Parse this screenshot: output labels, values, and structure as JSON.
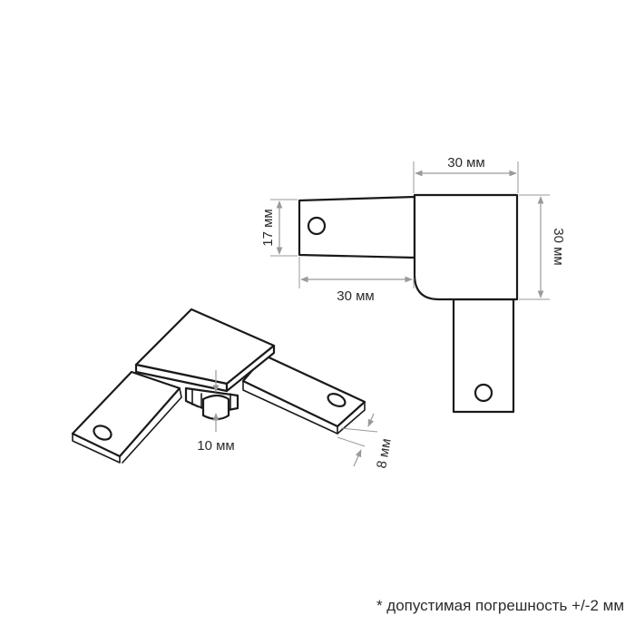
{
  "dimensions": {
    "top_width": "30 мм",
    "left_height": "17 мм",
    "bottom_width": "30 мм",
    "right_height": "30 мм",
    "thickness": "10 мм",
    "arm_width": "8 мм"
  },
  "footnote": "* допустимая погрешность +/-2 мм",
  "colors": {
    "outline": "#1a1a1a",
    "dimension_line": "#9a9a9a",
    "text": "#2b2b2b",
    "background": "#ffffff"
  }
}
